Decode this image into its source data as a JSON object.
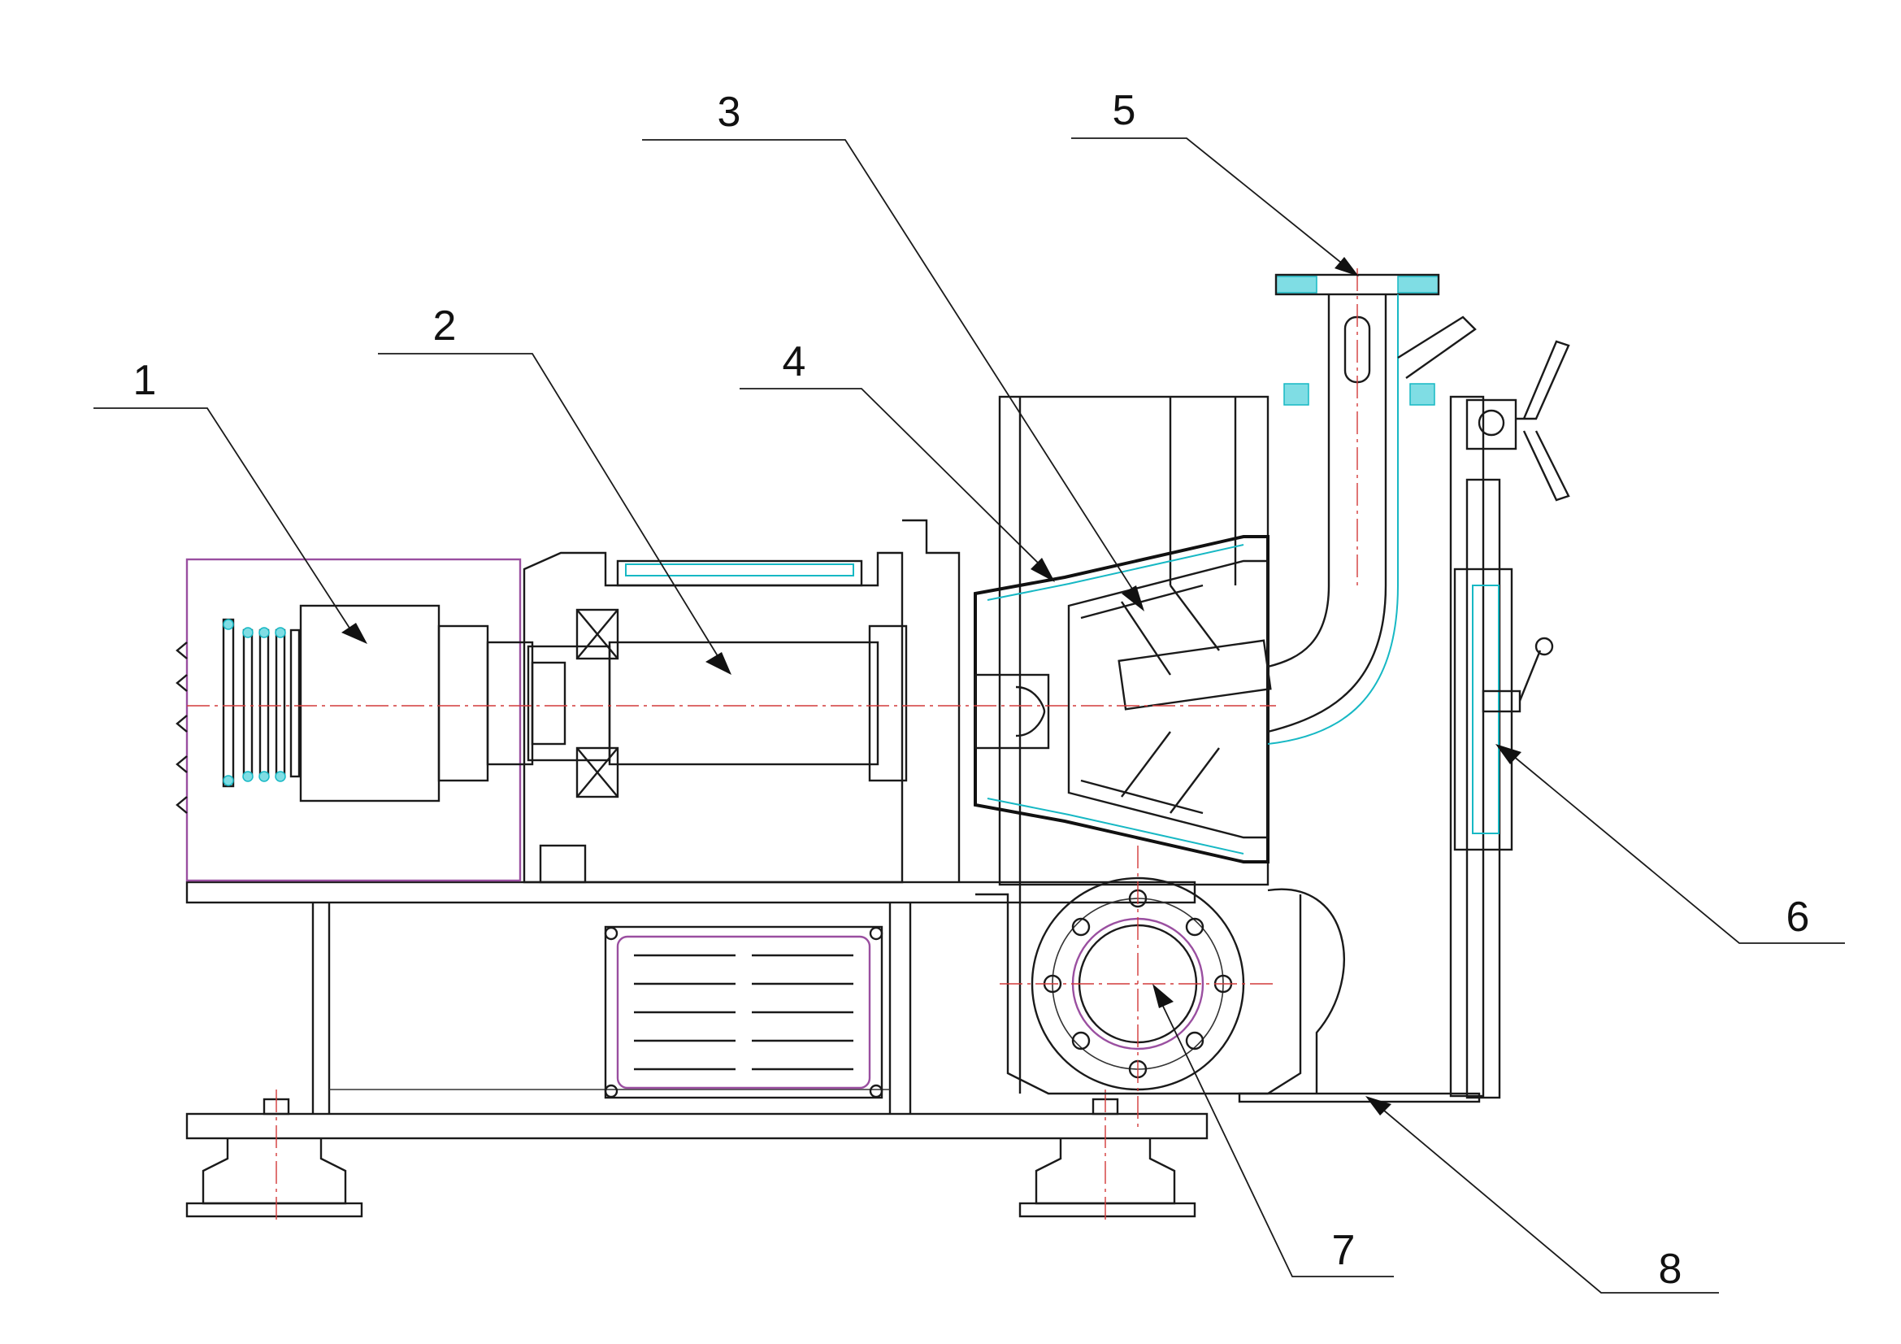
{
  "labels": [
    {
      "id": "1",
      "text": "1"
    },
    {
      "id": "2",
      "text": "2"
    },
    {
      "id": "3",
      "text": "3"
    },
    {
      "id": "4",
      "text": "4"
    },
    {
      "id": "5",
      "text": "5"
    },
    {
      "id": "6",
      "text": "6"
    },
    {
      "id": "7",
      "text": "7"
    },
    {
      "id": "8",
      "text": "8"
    }
  ],
  "colors": {
    "line": "#1a1a1a",
    "cyan": "#17b8c4",
    "purple": "#9a4fa0",
    "centerline": "#d23a3a"
  }
}
